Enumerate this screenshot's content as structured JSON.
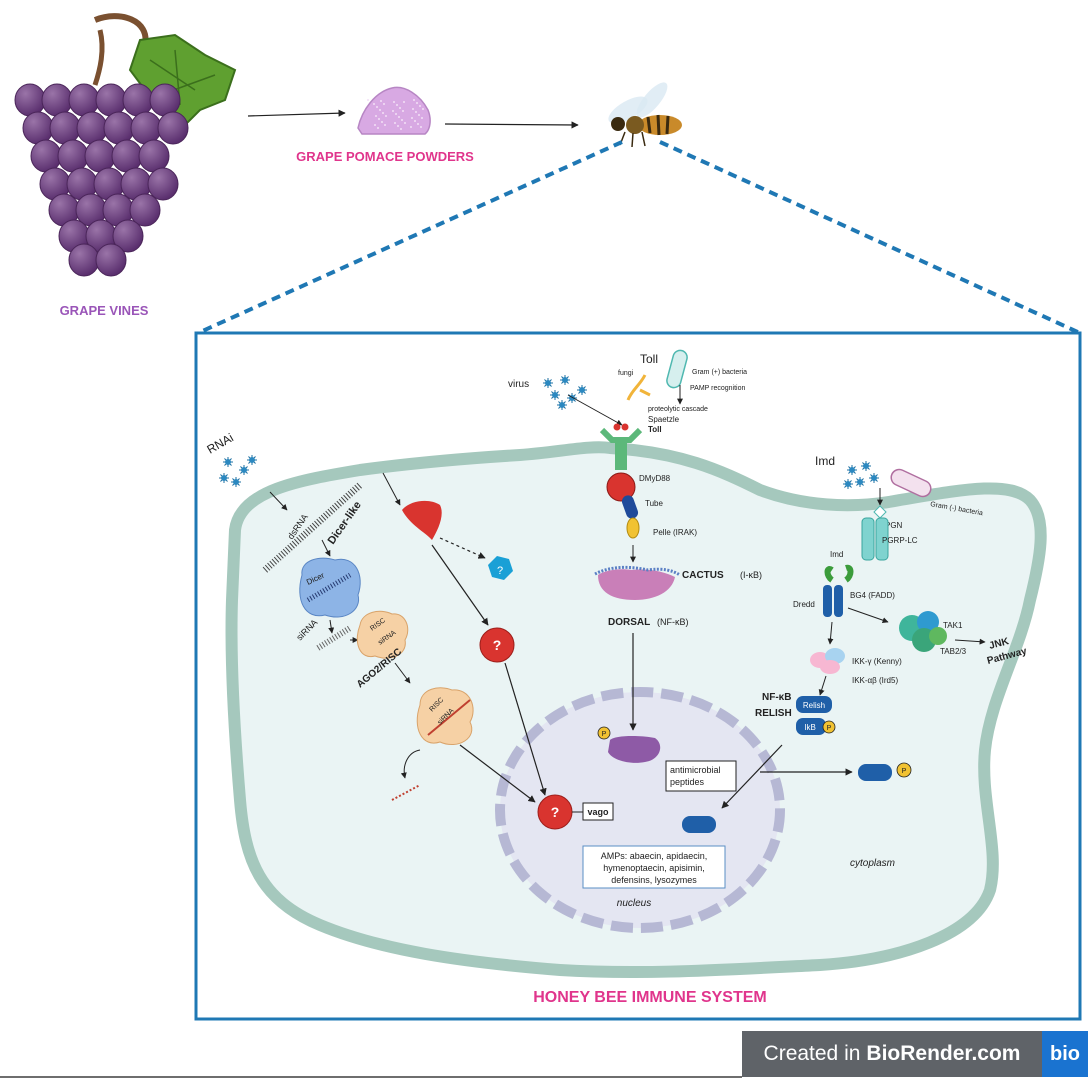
{
  "top": {
    "grape_vines": "GRAPE VINES",
    "grape_pomace": "GRAPE POMACE POWDERS"
  },
  "panel": {
    "title": "HONEY BEE IMMUNE SYSTEM",
    "cytoplasm": "cytoplasm",
    "nucleus": "nucleus"
  },
  "rnai": {
    "title": "RNAi",
    "dsrna": "dsRNA",
    "dicer_like": "Dicer-like",
    "dicer": "Dicer",
    "sirna": "siRNA",
    "risc": "RISC",
    "risc_sirna": "siRNA",
    "ago2": "AGO2/RISC",
    "risc2": "RISC",
    "risc2_sirna": "siRNA"
  },
  "unknown": {
    "q": "?",
    "vago": "vago"
  },
  "toll": {
    "title": "Toll",
    "virus": "virus",
    "fungi": "fungi",
    "gram_pos": "Gram (+) bacteria",
    "pamp": "PAMP recognition",
    "cascade": "proteolytic cascade",
    "spaetzle": "Spaetzle",
    "toll_receptor": "Toll",
    "dmyd88": "DMyD88",
    "tube": "Tube",
    "pelle": "Pelle (IRAK)",
    "cactus": "CACTUS",
    "cactus_sub": "(I-κB)",
    "dorsal": "DORSAL",
    "dorsal_sub": "(NF-κB)",
    "p": "P"
  },
  "imd": {
    "title": "Imd",
    "gram_neg": "Gram (-) bacteria",
    "pgn": "PGN",
    "pgrp": "PGRP-LC",
    "imd": "Imd",
    "bg4": "BG4 (FADD)",
    "dredd": "Dredd",
    "tak1": "TAK1",
    "tab": "TAB2/3",
    "jnk1": "JNK",
    "jnk2": "Pathway",
    "ikk_g": "IKK-γ (Kenny)",
    "ikk_ab": "IKK-αβ (Ird5)",
    "nfkb": "NF-κB",
    "relish_label": "RELISH",
    "relish": "Relish",
    "ikb": "IkB",
    "p": "P"
  },
  "nucleus": {
    "amp_peptides_1": "antimicrobial",
    "amp_peptides_2": "peptides",
    "amps_1": "AMPs: abaecin, apidaecin,",
    "amps_2": "hymenoptaecin, apisimin,",
    "amps_3": "defensins, lysozymes"
  },
  "footer": {
    "created": "Created in",
    "brand": "BioRender.com",
    "logo": "bio"
  },
  "colors": {
    "panel_border": "#1f78b4",
    "cell_fill": "#eaf4f4",
    "cell_stroke": "#a5c8bd",
    "nucleus_fill": "#e4e6f2",
    "nucleus_stroke": "#b6b8d4",
    "red_icon": "#d9342f",
    "blue": "#1f5fa8",
    "accent_pink": "#e0358c",
    "accent_purple": "#9a55b8"
  }
}
